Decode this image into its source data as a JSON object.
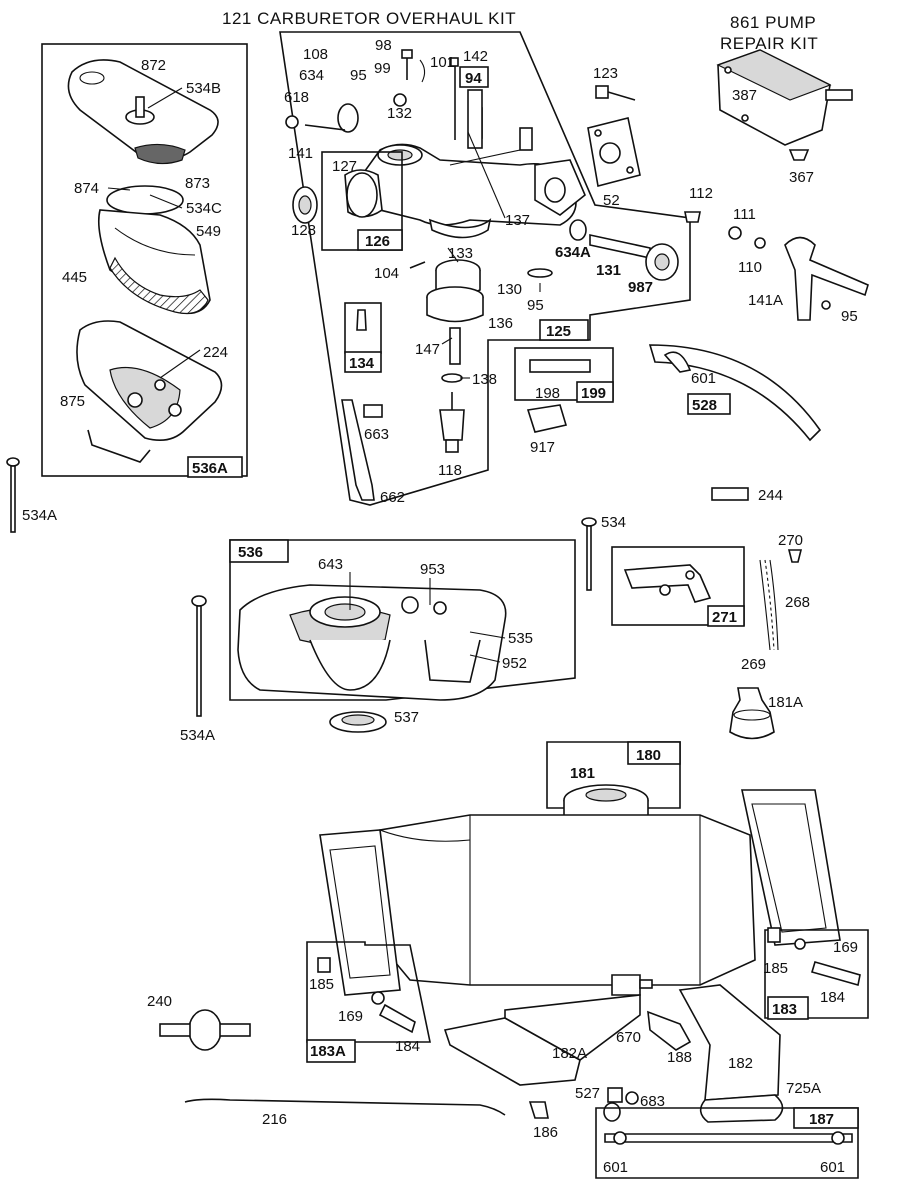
{
  "titles": {
    "carburetor_kit": "121 CARBURETOR OVERHAUL KIT",
    "pump_kit_line1": "861 PUMP",
    "pump_kit_line2": "REPAIR KIT"
  },
  "labels": {
    "p872": "872",
    "p534B": "534B",
    "p873": "873",
    "p874": "874",
    "p534C": "534C",
    "p549": "549",
    "p445": "445",
    "p224": "224",
    "p875": "875",
    "p536A": "536A",
    "p534A_left": "534A",
    "p108": "108",
    "p98": "98",
    "p634": "634",
    "p95_a": "95",
    "p99": "99",
    "p101": "101",
    "p142": "142",
    "p94": "94",
    "p618": "618",
    "p132": "132",
    "p141": "141",
    "p127": "127",
    "p128": "128",
    "p126": "126",
    "p137": "137",
    "p634A": "634A",
    "p131": "131",
    "p987": "987",
    "p133": "133",
    "p104": "104",
    "p130": "130",
    "p95_b": "95",
    "p136": "136",
    "p125": "125",
    "p134": "134",
    "p147": "147",
    "p138": "138",
    "p663": "663",
    "p118": "118",
    "p662": "662",
    "p198": "198",
    "p199": "199",
    "p917": "917",
    "p123": "123",
    "p52": "52",
    "p387": "387",
    "p367": "367",
    "p112": "112",
    "p111": "111",
    "p110": "110",
    "p141A": "141A",
    "p95_c": "95",
    "p601_a": "601",
    "p528": "528",
    "p244": "244",
    "p534": "534",
    "p270": "270",
    "p268": "268",
    "p271": "271",
    "p269": "269",
    "p536": "536",
    "p643": "643",
    "p953": "953",
    "p535": "535",
    "p952": "952",
    "p534A_mid": "534A",
    "p537": "537",
    "p181A": "181A",
    "p181": "181",
    "p180": "180",
    "p185_r": "185",
    "p169_r": "169",
    "p184_r": "184",
    "p183": "183",
    "p185_l": "185",
    "p169_l": "169",
    "p184_l": "184",
    "p183A": "183A",
    "p240": "240",
    "p182A": "182A",
    "p670": "670",
    "p188": "188",
    "p182": "182",
    "p527": "527",
    "p683": "683",
    "p725A": "725A",
    "p187": "187",
    "p216": "216",
    "p186": "186",
    "p601_b": "601",
    "p601_c": "601"
  }
}
